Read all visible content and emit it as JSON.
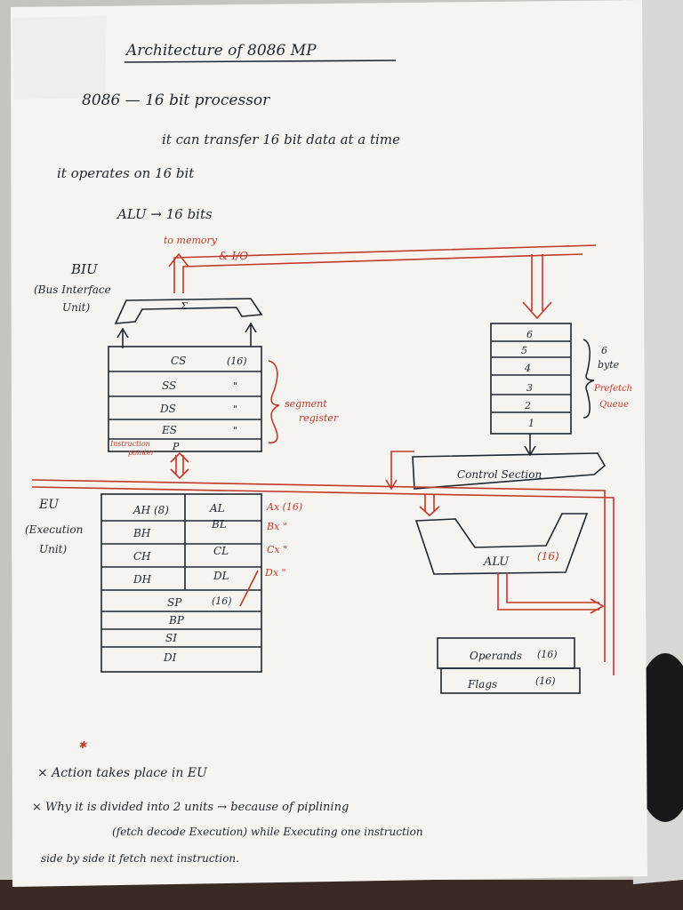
{
  "heading": {
    "title": "Architecture of 8086 MP",
    "line1": "8086 — 16 bit processor",
    "line2": "it can transfer 16 bit data at a time",
    "line3": "it operates on 16 bit",
    "line4": "ALU → 16 bits"
  },
  "biu": {
    "label": "BIU",
    "sub1": "(Bus Interface",
    "sub2": "Unit)",
    "to_memory": "to memory",
    "io": "& I/O",
    "sigma": "Σ",
    "segment_label1": "segment",
    "segment_label2": "register",
    "ip_label1": "Instruction",
    "ip_label2": "pointer",
    "ip": "P",
    "registers": [
      {
        "name": "CS",
        "size": "(16)"
      },
      {
        "name": "SS",
        "size": "\""
      },
      {
        "name": "DS",
        "size": "\""
      },
      {
        "name": "ES",
        "size": "\""
      }
    ]
  },
  "queue": {
    "slots": [
      "6",
      "5",
      "4",
      "3",
      "2",
      "1"
    ],
    "label1": "6",
    "label2": "byte",
    "label3": "Prefetch",
    "label4": "Queue"
  },
  "control": {
    "label": "Control Section"
  },
  "eu": {
    "label": "EU",
    "sub1": "(Execution",
    "sub2": "Unit)",
    "rows": [
      {
        "high": "AH (8)",
        "low": "AL",
        "pair": "Ax (16)"
      },
      {
        "high": "BH",
        "low": "BL",
        "pair": "Bx \""
      },
      {
        "high": "CH",
        "low": "CL",
        "pair": "Cx \""
      },
      {
        "high": "DH",
        "low": "DL",
        "pair": "Dx \""
      }
    ],
    "sp": "SP",
    "sp_size": "(16)",
    "bp": "BP",
    "si": "SI",
    "di": "DI"
  },
  "alu": {
    "label": "ALU",
    "size": "(16)"
  },
  "operands": {
    "label": "Operands",
    "size": "(16)"
  },
  "flags": {
    "label": "Flags",
    "size": "(16)"
  },
  "notes": {
    "mark": "✱",
    "line1": "× Action takes place in EU",
    "line2": "× Why it is divided into 2 units → because of piplining",
    "line3": "(fetch decode Execution) while Executing one instruction",
    "line4": "side by side it fetch next instruction."
  }
}
